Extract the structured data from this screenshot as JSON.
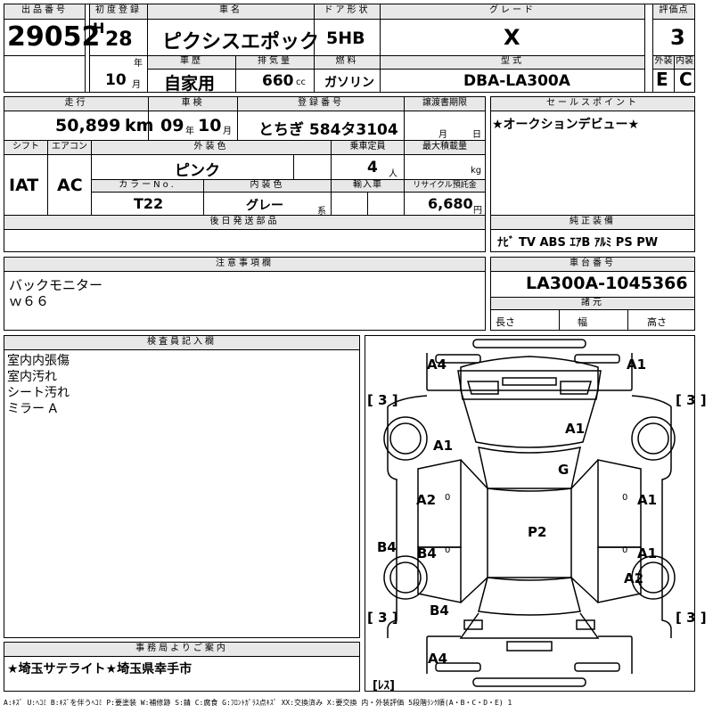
{
  "top": {
    "lot_no_label": "出品番号",
    "lot_no": "29052",
    "first_reg_label": "初度登録",
    "era": "H",
    "year": "28",
    "year_unit": "年",
    "month": "10",
    "month_unit": "月",
    "car_name_label": "車名",
    "car_name": "ピクシスエポック",
    "history_label": "車歴",
    "history": "自家用",
    "displacement_label": "排気量",
    "displacement": "660",
    "displacement_unit": "cc",
    "door_label": "ドア形状",
    "door": "5HB",
    "fuel_label": "燃料",
    "fuel": "ガソリン",
    "grade_label": "グレード",
    "grade": "X",
    "model_label": "型式",
    "model": "DBA-LA300A",
    "score_label": "評価点",
    "score": "3",
    "ext_label": "外装",
    "ext": "E",
    "int_label": "内装",
    "int": "C"
  },
  "mid": {
    "mileage_label": "走行",
    "mileage": "50,899",
    "mileage_unit": "km",
    "inspection_label": "車検",
    "insp_year": "09",
    "insp_year_unit": "年",
    "insp_month": "10",
    "insp_month_unit": "月",
    "plate_label": "登録番号",
    "plate": "とちぎ 584タ3104",
    "transfer_label": "譲渡書期限",
    "transfer_month_unit": "月",
    "transfer_day_unit": "日",
    "shift_label": "シフト",
    "shift": "IAT",
    "ac_label": "エアコン",
    "ac": "AC",
    "ext_color_label": "外装色",
    "ext_color": "ピンク",
    "capacity_label": "乗車定員",
    "capacity": "4",
    "capacity_unit": "人",
    "max_load_label": "最大積載量",
    "max_load_unit": "kg",
    "color_no_label": "カラーNo.",
    "color_no": "T22",
    "int_color_label": "内装色",
    "int_color": "グレー",
    "int_color_unit": "系",
    "import_label": "輸入車",
    "recycle_label": "リサイクル預託金",
    "recycle": "6,680",
    "recycle_unit": "円",
    "later_parts_label": "後日発送部品"
  },
  "sales": {
    "label": "セールスポイント",
    "text": "★オークションデビュー★"
  },
  "equipment": {
    "label": "純正装備",
    "text": "ﾅﾋﾞ TV ABS ｴｱB ｱﾙﾐ PS PW"
  },
  "notes": {
    "label": "注意事項欄",
    "line1": "バックモニター",
    "line2": "ｗ６６"
  },
  "chassis": {
    "label": "車台番号",
    "value": "LA300A-1045366",
    "specs_label": "諸元",
    "length_label": "長さ",
    "width_label": "幅",
    "height_label": "高さ"
  },
  "inspector": {
    "label": "検査員記入欄",
    "lines": [
      "室内内張傷",
      "室内汚れ",
      "シート汚れ",
      "ミラー A"
    ]
  },
  "diagram": {
    "labels": [
      "A4",
      "A1",
      "A1",
      "A1",
      "G",
      "A2",
      "A1",
      "B4",
      "B4",
      "A1",
      "P2",
      "A2",
      "B4",
      "A4"
    ],
    "tires": [
      "[ 3 ]",
      "[ 3 ]",
      "[ 3 ]",
      "[ 3 ]"
    ],
    "spare": "[ﾚｽ]",
    "zeros": [
      "0",
      "0",
      "0",
      "0"
    ]
  },
  "office": {
    "label": "事務局よりご案内",
    "text": "★埼玉サテライト★埼玉県幸手市"
  },
  "legend": "A:ｷｽﾞ U:ﾍｺﾐ B:ｷｽﾞを伴うﾍｺﾐ P:要塗装 W:補修跡 S:錆 C:腐食 G:ﾌﾛﾝﾄｶﾞﾗｽ点ｷｽﾞ XX:交換済み X:要交換 内・外装評価 5段階ﾗﾝｸ順(A・B・C・D・E) 1",
  "colors": {
    "header_bg": "#e8e8e8",
    "border": "#000000"
  }
}
